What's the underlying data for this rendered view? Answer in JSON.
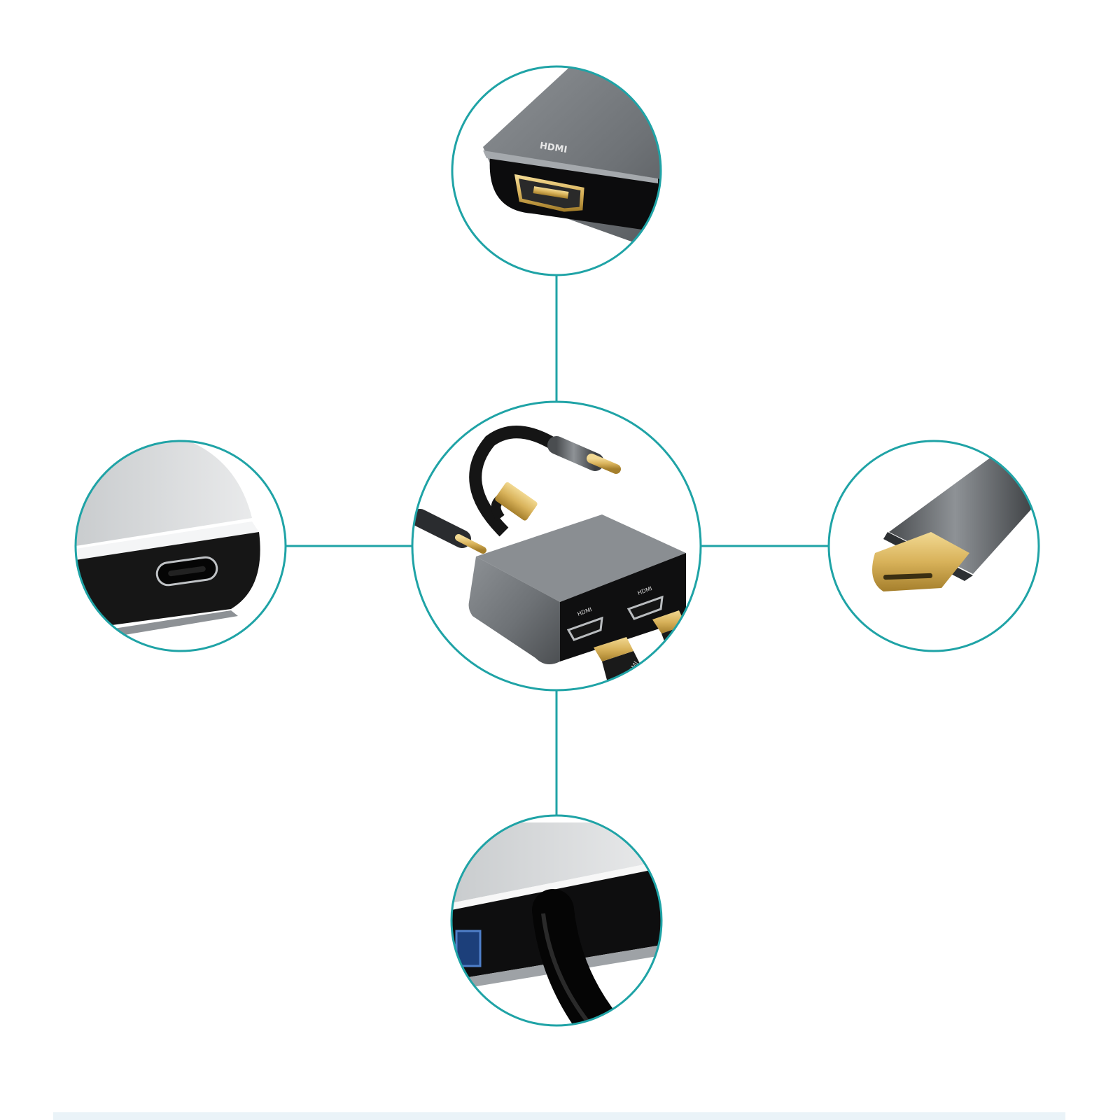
{
  "image": {
    "subject": "usb-c-to-dual-hdmi-adapter",
    "accent_color": "#1fa3a6",
    "housing_color": "#6e7276",
    "port_color": "#0c0c0d",
    "connector_gold": "#d8b25a"
  },
  "callouts": {
    "top": {
      "icon": "hdmi-port-closeup",
      "label": "HDMI"
    },
    "left": {
      "icon": "usb-c-port-closeup"
    },
    "right": {
      "icon": "usb-c-plug-closeup"
    },
    "bottom": {
      "icon": "usb-a-port-cable-closeup"
    }
  },
  "center": {
    "icon": "adapter-product-photo",
    "port_label_1": "HDMI",
    "port_label_2": "HDMI",
    "cable_label": "HDMI"
  }
}
